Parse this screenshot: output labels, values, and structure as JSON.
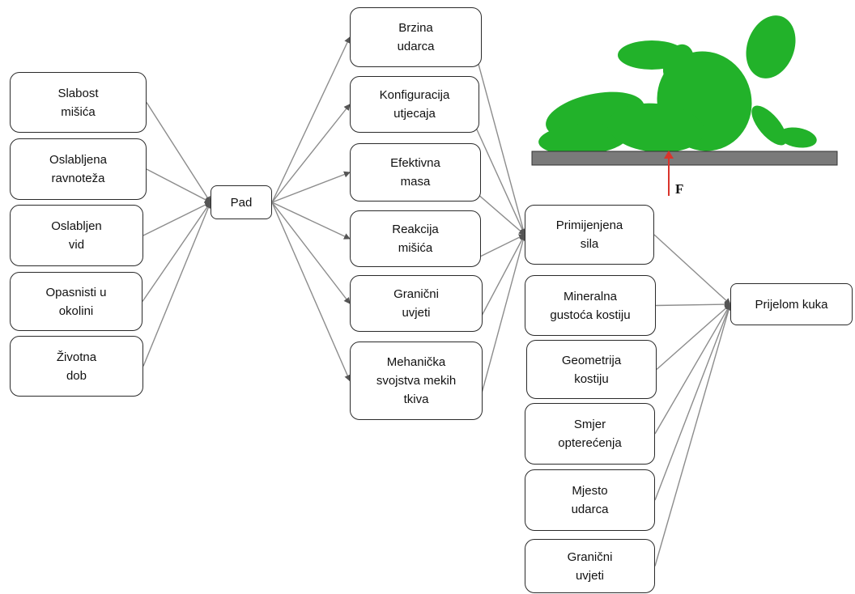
{
  "nodes": {
    "slabost": [
      "Slabost",
      "mišića"
    ],
    "ravnoteza": [
      "Oslabljena",
      "ravnoteža"
    ],
    "vid": [
      "Oslabljen",
      "vid"
    ],
    "okolina": [
      "Opasnisti u",
      "okolini"
    ],
    "dob": [
      "Životna",
      "dob"
    ],
    "pad": [
      "Pad"
    ],
    "brzina": [
      "Brzina",
      "udarca"
    ],
    "konfiguracija": [
      "Konfiguracija",
      "utjecaja"
    ],
    "masa": [
      "Efektivna",
      "masa"
    ],
    "reakcija": [
      "Reakcija",
      "mišića"
    ],
    "granicni1": [
      "Granični",
      "uvjeti"
    ],
    "mehanicka": [
      "Mehanička",
      "svojstva mekih",
      "tkiva"
    ],
    "sila": [
      "Primijenjena",
      "sila"
    ],
    "mineralna": [
      "Mineralna",
      "gustoća kostiju"
    ],
    "geometrija": [
      "Geometrija",
      "kostiju"
    ],
    "smjer": [
      "Smjer",
      "opterećenja"
    ],
    "mjesto": [
      "Mjesto",
      "udarca"
    ],
    "granicni2": [
      "Granični",
      "uvjeti"
    ],
    "prijelom": [
      "Prijelom kuka"
    ]
  },
  "figure": {
    "force_label": "F",
    "body_color": "#22b22a",
    "floor_color": "#7a7a7a",
    "force_color": "#d9342b"
  },
  "edge_color": "#8c8c8c"
}
